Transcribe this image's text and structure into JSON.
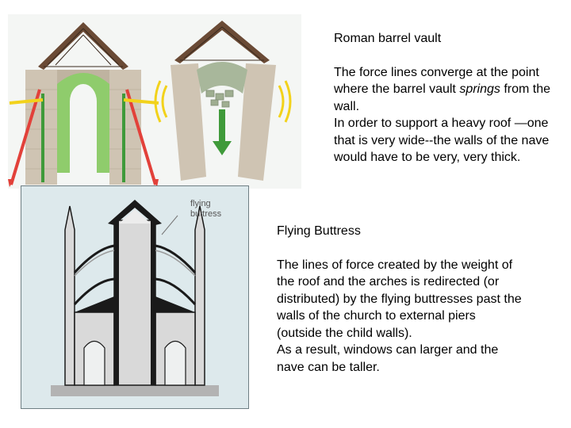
{
  "slide": {
    "barrel_vault": {
      "title": "Roman barrel vault",
      "para_pre": "The force lines converge at the point where the barrel vault ",
      "para_em": "springs",
      "para_post": " from the wall.",
      "para2": "In order to support a heavy roof —one that is very wide--the walls of the nave would have to be very, very thick."
    },
    "flying_buttress": {
      "title": "Flying Buttress",
      "para1": "The lines of force created by the weight of the roof and the arches is redirected (or distributed) by the flying buttresses past the walls of the church to external piers (outside the child walls).",
      "para2": "As a result, windows can larger and the nave can be taller.",
      "diagram_label_line1": "flying",
      "diagram_label_line2": "buttress"
    }
  },
  "colors": {
    "diagram_background": "#dde9ec",
    "stone": "#d9d9d9",
    "stone_outline": "#1a1a1a",
    "ground": "#b3b3b3",
    "vault_green": "#8fcc6c",
    "force_red": "#e2413a",
    "force_yellow": "#f2d21b"
  }
}
